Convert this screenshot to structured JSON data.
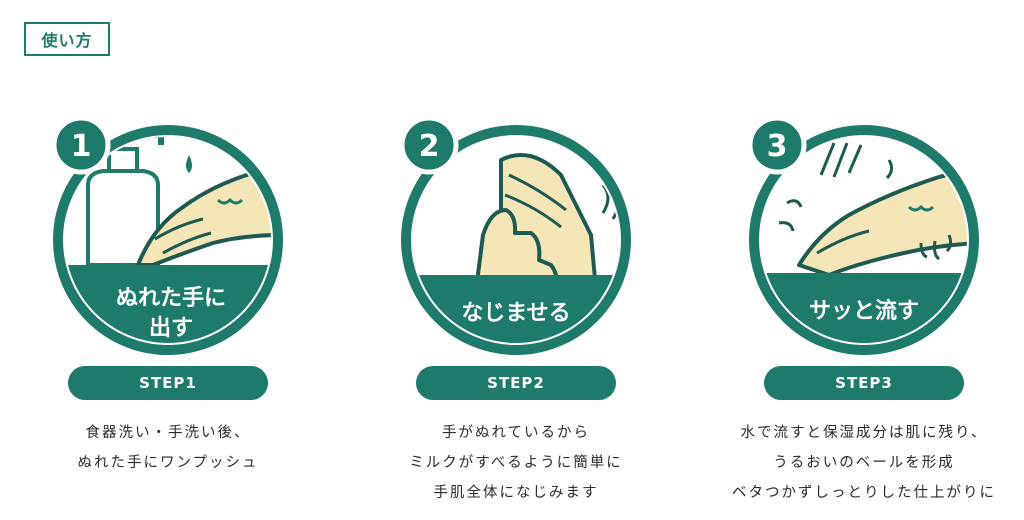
{
  "section_tag": "使い方",
  "colors": {
    "accent": "#1e7a6b",
    "skin": "#f5e6b8",
    "outline": "#1e5a52"
  },
  "steps": [
    {
      "number": "1",
      "label_lines": [
        "ぬれた手に",
        "出す"
      ],
      "pill": "STEP1",
      "desc": [
        "食器洗い・手洗い後、",
        "ぬれた手にワンプッシュ"
      ],
      "icon": "pump-bottle-hand"
    },
    {
      "number": "2",
      "label_lines": [
        "なじませる"
      ],
      "pill": "STEP2",
      "desc": [
        "手がぬれているから",
        "ミルクがすべるように簡単に",
        "手肌全体になじみます"
      ],
      "icon": "rubbing-hands"
    },
    {
      "number": "3",
      "label_lines": [
        "サッと流す"
      ],
      "pill": "STEP3",
      "desc": [
        "水で流すと保湿成分は肌に残り、",
        "うるおいのベールを形成",
        "ベタつかずしっとりした仕上がりに"
      ],
      "icon": "rinsing-hand"
    }
  ]
}
